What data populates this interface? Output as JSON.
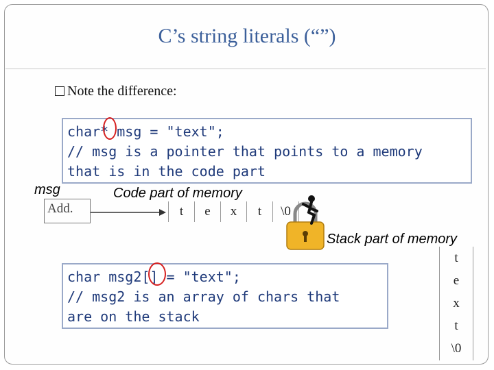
{
  "slide": {
    "title": "C’s  string literals (“”)",
    "bullet": "Note the difference:"
  },
  "code_block_1": {
    "line1_pre": "char",
    "line1_star": "*",
    "line1_post": " msg = \"text\";",
    "line2": "// msg is a pointer that points to a memory",
    "line3": "that is in the code part"
  },
  "labels": {
    "msg": "msg",
    "code_part": "Code part of memory",
    "address": "Add.",
    "stack_part": "Stack part of memory"
  },
  "code_memory_cells": [
    "t",
    "e",
    "x",
    "t",
    "\\0"
  ],
  "code_block_2": {
    "line1_pre": "char msg2",
    "line1_brackets": "[]",
    "line1_post": " = \"text\";",
    "line2": "// msg2 is an array of chars that",
    "line3": "are on the stack"
  },
  "stack_cells": [
    "t",
    "e",
    "x",
    "t",
    "\\0"
  ],
  "colors": {
    "title": "#3b5f9a",
    "code_text": "#1f3a7a",
    "highlight_circle": "#d62020",
    "lock_body": "#f0b428"
  },
  "icons": {
    "lock": "padlock-with-figure-icon",
    "arrow": "right-arrow-icon"
  }
}
